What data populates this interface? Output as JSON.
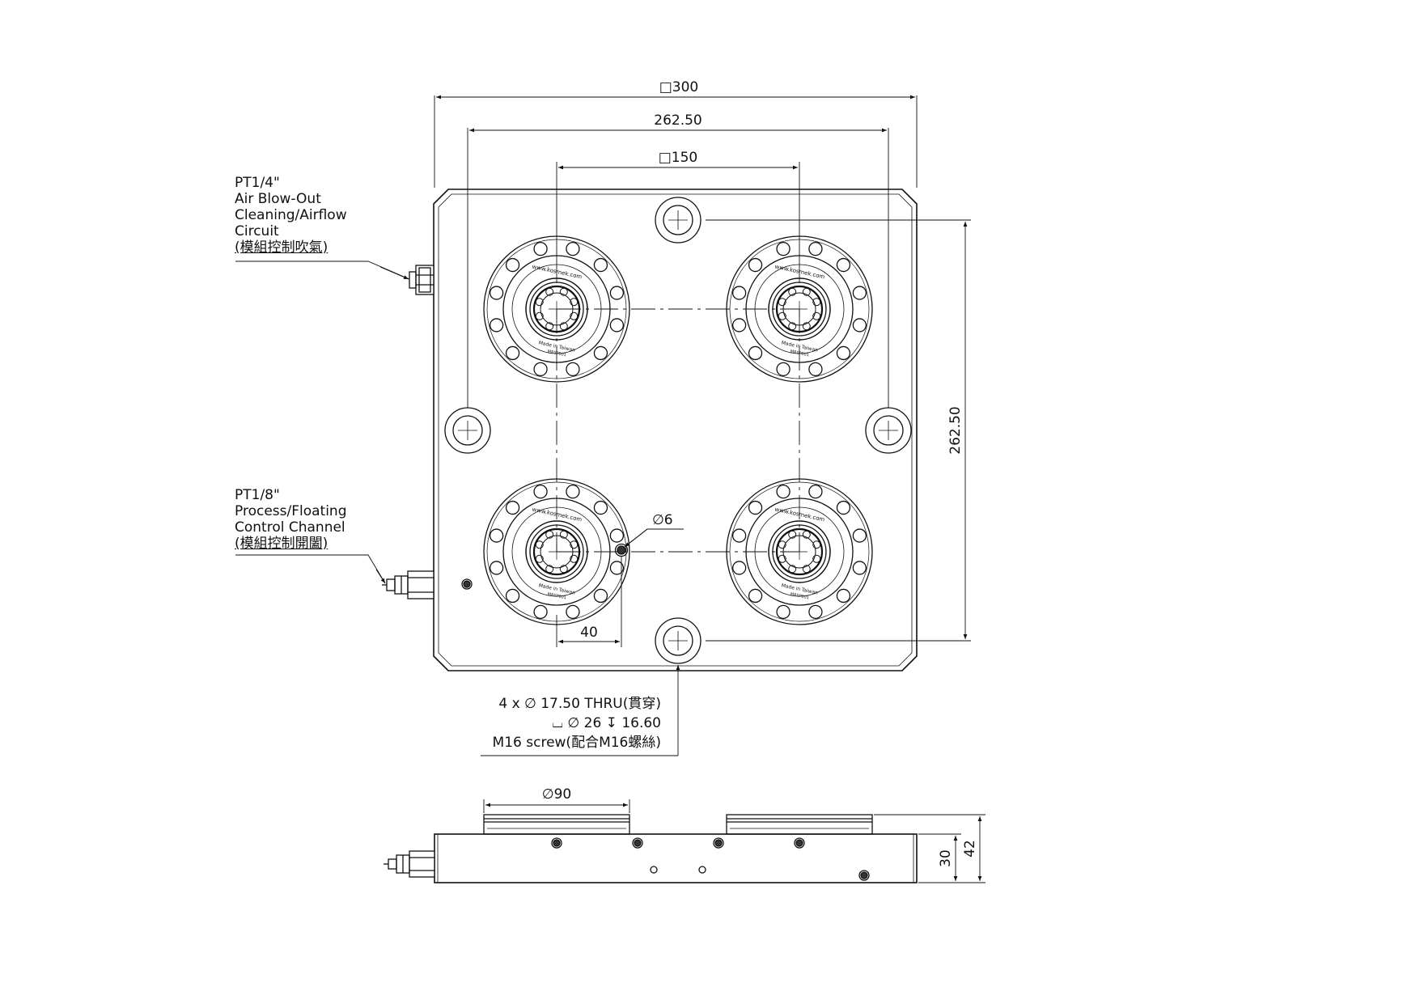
{
  "top_view": {
    "dim_overall": "□300",
    "dim_outer_holes": "262.50",
    "dim_module_pitch": "□150",
    "dim_vertical": "262.50",
    "dim_pin_hole": "∅6",
    "dim_pin_offset": "40"
  },
  "notes": {
    "air_blow": [
      "PT1/4\"",
      "Air Blow-Out",
      "Cleaning/Airflow",
      "Circuit",
      "(模組控制吹氣)"
    ],
    "process": [
      "PT1/8\"",
      "Process/Floating",
      "Control Channel",
      "(模組控制開闔)"
    ],
    "mount_hole": [
      "4 x ∅ 17.50 THRU(貫穿)",
      "⌴ ∅ 26 ↧ 16.60",
      "M16 screw(配合M16螺絲)"
    ]
  },
  "module_engraving": {
    "website": "www.kosmek.com",
    "origin": "Made in Taiwan",
    "model": "MRSP001"
  },
  "side_view": {
    "dim_diameter": "∅90",
    "dim_plate_height": "30",
    "dim_total_height": "42"
  }
}
